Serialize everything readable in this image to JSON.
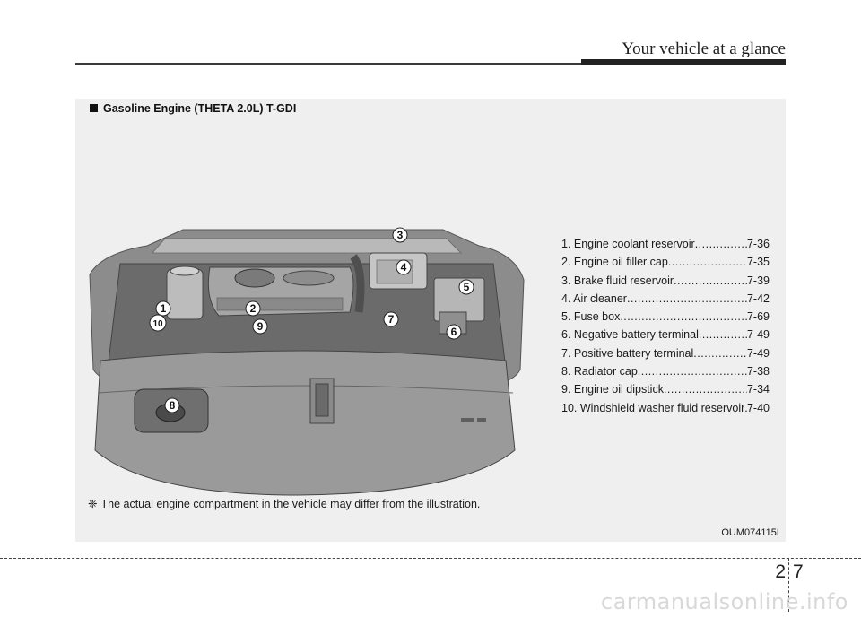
{
  "header": {
    "title": "Your vehicle at a glance"
  },
  "section": {
    "marker": "■",
    "title": "Gasoline Engine (THETA 2.0L) T-GDI"
  },
  "parts": [
    {
      "label": "1. Engine coolant reservoir",
      "page": "7-36"
    },
    {
      "label": "2. Engine oil filler cap",
      "page": "7-35"
    },
    {
      "label": "3. Brake fluid reservoir",
      "page": "7-39"
    },
    {
      "label": "4. Air cleaner",
      "page": "7-42"
    },
    {
      "label": "5. Fuse box",
      "page": "7-69"
    },
    {
      "label": "6. Negative battery terminal",
      "page": "7-49"
    },
    {
      "label": "7. Positive battery terminal",
      "page": "7-49"
    },
    {
      "label": "8. Radiator cap",
      "page": "7-38"
    },
    {
      "label": "9. Engine oil dipstick",
      "page": "7-34"
    },
    {
      "label": "10. Windshield washer fluid reservoir",
      "page": "7-40"
    }
  ],
  "callouts": [
    "1",
    "2",
    "3",
    "4",
    "5",
    "6",
    "7",
    "8",
    "9",
    "10"
  ],
  "note": {
    "symbol": "❈",
    "text": "The actual engine compartment in the vehicle may differ from the illustration."
  },
  "figure_code": "OUM074115L",
  "page_number": {
    "chapter": "2",
    "page": "7"
  },
  "watermark": "carmanualsonline.info",
  "colors": {
    "panel": "#efefef",
    "illustration_body": "#9a9a9a",
    "rule": "#3a3a3a"
  }
}
